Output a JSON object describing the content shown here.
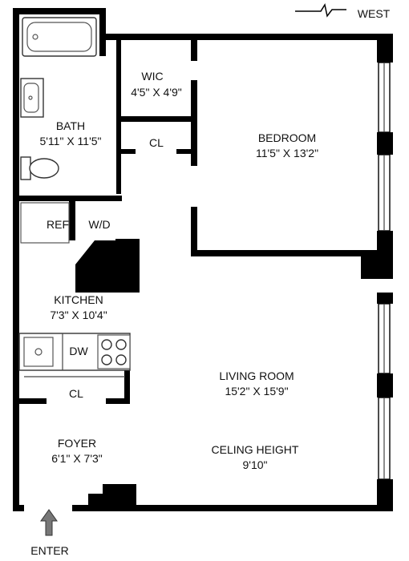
{
  "compass": {
    "label": "WEST"
  },
  "rooms": {
    "wic": {
      "name": "WIC",
      "dims": "4'5\" X 4'9\""
    },
    "bath": {
      "name": "BATH",
      "dims": "5'11\" X 11'5\""
    },
    "bedroom": {
      "name": "BEDROOM",
      "dims": "11'5\" X 13'2\""
    },
    "closet_upper": {
      "name": "CL"
    },
    "ref": {
      "name": "REF"
    },
    "wd": {
      "name": "W/D"
    },
    "kitchen": {
      "name": "KITCHEN",
      "dims": "7'3\" X 10'4\""
    },
    "dw": {
      "name": "DW"
    },
    "closet_lower": {
      "name": "CL"
    },
    "living": {
      "name": "LIVING ROOM",
      "dims": "15'2\" X 15'9\""
    },
    "ceiling": {
      "name": "CELING HEIGHT",
      "dims": "9'10\""
    },
    "foyer": {
      "name": "FOYER",
      "dims": "6'1\" X 7'3\""
    }
  },
  "entry": {
    "label": "ENTER"
  }
}
